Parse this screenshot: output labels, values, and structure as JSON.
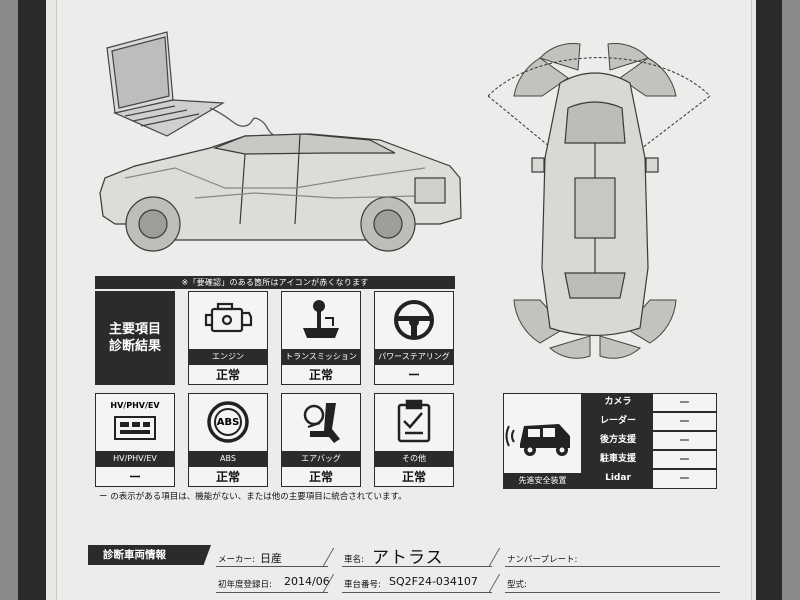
{
  "notice": "※「要確認」のある箇所はアイコンが赤くなります",
  "main_title": [
    "主要項目",
    "診断結果"
  ],
  "cards": [
    {
      "label": "エンジン",
      "status": "正常",
      "icon": "engine-icon"
    },
    {
      "label": "トランスミッション",
      "status": "正常",
      "icon": "gear-shift-icon"
    },
    {
      "label": "パワーステアリング",
      "status": "ー",
      "icon": "steering-wheel-icon"
    },
    {
      "label": "HV/PHV/EV",
      "status": "ー",
      "icon": "battery-icon",
      "top_text": "HV/PHV/EV"
    },
    {
      "label": "ABS",
      "status": "正常",
      "icon": "abs-icon",
      "badge": "ABS"
    },
    {
      "label": "エアバッグ",
      "status": "正常",
      "icon": "airbag-icon"
    },
    {
      "label": "その他",
      "status": "正常",
      "icon": "clipboard-icon"
    }
  ],
  "footnote": "ー の表示がある項目は、機能がない、または他の主要項目に統合されています。",
  "adas": {
    "caption": "先進安全装置",
    "items": [
      {
        "name": "カメラ",
        "value": "ー"
      },
      {
        "name": "レーダー",
        "value": "ー"
      },
      {
        "name": "後方支援",
        "value": "ー"
      },
      {
        "name": "駐車支援",
        "value": "ー"
      },
      {
        "name": "Lidar",
        "value": "ー"
      }
    ]
  },
  "vehicle": {
    "heading": "診断車両情報",
    "maker_label": "メーカー:",
    "maker_value": "日産",
    "name_label": "車名:",
    "name_value": "アトラス",
    "plate_label": "ナンバープレート:",
    "plate_value": "",
    "reg_label": "初年度登録日:",
    "reg_value": "2014/06",
    "chassis_label": "車台番号:",
    "chassis_value": "SQ2F24-034107",
    "model_label": "型式:",
    "model_value": ""
  }
}
